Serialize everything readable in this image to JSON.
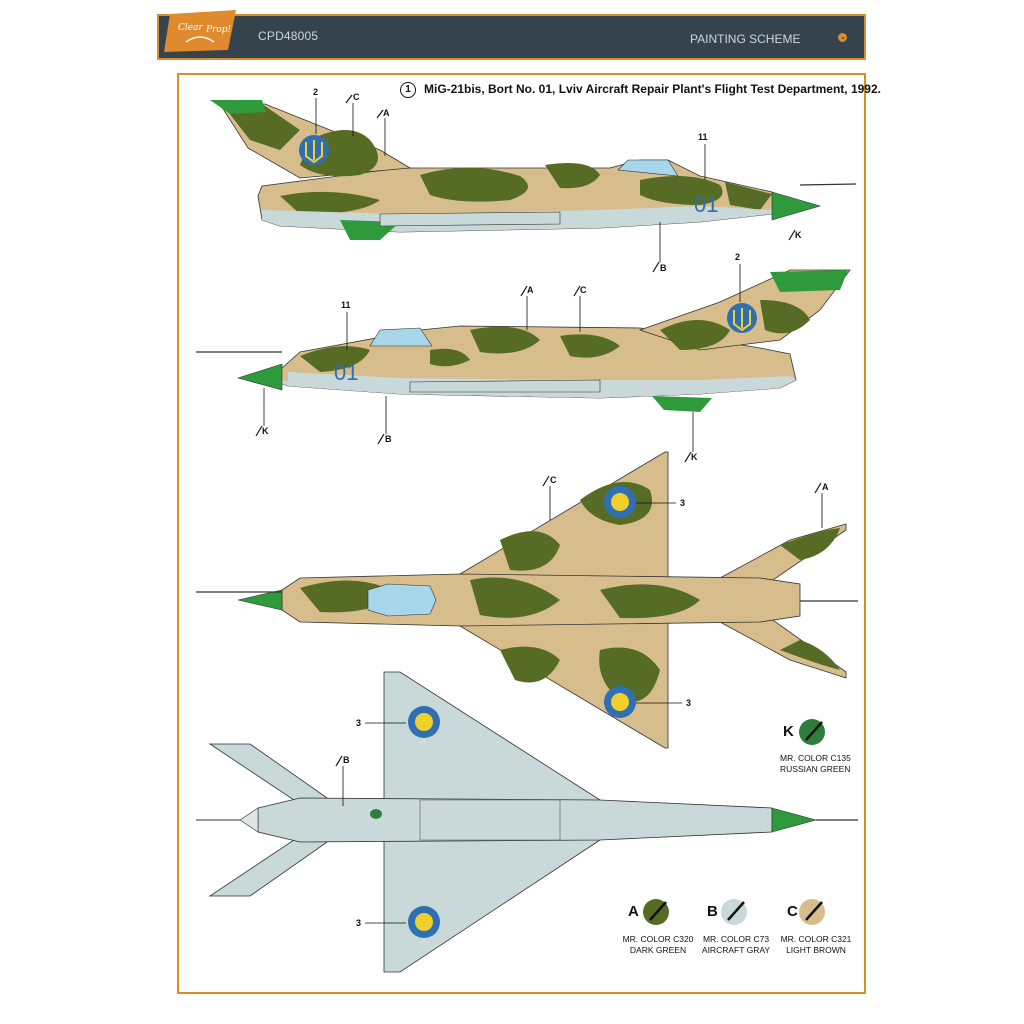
{
  "header": {
    "code": "CPD48005",
    "section": "PAINTING SCHEME",
    "logo_text": "Clear Prop!"
  },
  "title": {
    "number": "1",
    "text": "MiG-21bis, Bort No. 01, Lviv Aircraft Repair Plant's Flight Test Department, 1992."
  },
  "aircraft": {
    "bort_number": "01"
  },
  "callouts": {
    "c2": "2",
    "c11": "11",
    "c3": "3",
    "A": "A",
    "B": "B",
    "C": "C",
    "K": "K"
  },
  "legend": {
    "K": {
      "letter": "K",
      "line1": "MR. COLOR C135",
      "line2": "RUSSIAN GREEN",
      "color": "#2f7d3c"
    },
    "A": {
      "letter": "A",
      "line1": "MR. COLOR C320",
      "line2": "DARK GREEN",
      "color": "#566b23"
    },
    "B": {
      "letter": "B",
      "line1": "MR. COLOR C73",
      "line2": "AIRCRAFT GRAY",
      "color": "#c9d8d8"
    },
    "C": {
      "letter": "C",
      "line1": "MR. COLOR C321",
      "line2": "LIGHT BROWN",
      "color": "#d8bd8c"
    }
  },
  "colors": {
    "accent": "#e08a2e",
    "header_bg": "#35434d",
    "dark_green": "#566b23",
    "light_brown": "#d8bd8c",
    "aircraft_gray": "#c9d8d8",
    "russian_green": "#2f9a3c",
    "roundel_blue": "#2f6fb4",
    "roundel_yellow": "#f2d02a"
  }
}
